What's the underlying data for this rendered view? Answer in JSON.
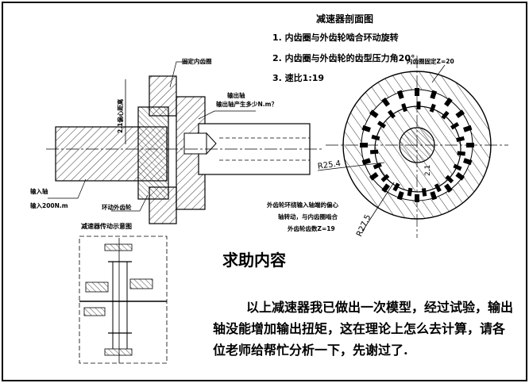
{
  "notes": {
    "title": "减速器剖面图",
    "items": [
      "1. 内齿圈与外齿轮啮合环动旋转",
      "2. 内齿圈与外齿轮的齿型压力角20°",
      "3. 速比1:19"
    ]
  },
  "labels": {
    "fixed_ring": "固定内齿圈",
    "eccentric": "2.1偏心距离",
    "output_shaft": "输出轴",
    "output_question": "输出轴产生多少N.m？",
    "input_shaft": "输入轴",
    "input_torque": "输入200N.m",
    "orbit_gear": "环动外齿轮",
    "schematic_title": "减速器传动示意图",
    "ring_fixed_z": "内齿圈固定Z=20",
    "r1": "R25.4",
    "r2": "R27.5",
    "dim_small": "2.1",
    "ext_gear_note_1": "外齿轮环绕输入轴端的偏心",
    "ext_gear_note_2": "轴转动，与内齿圈啮合",
    "ext_gear_note_3": "外齿轮齿数Z=19"
  },
  "help": {
    "title": "求助内容",
    "body": "以上减速器我已做出一次模型，经过试验，输出轴没能增加输出扭矩，这在理论上怎么去计算，请各位老师给帮忙分析一下，先谢过了."
  }
}
